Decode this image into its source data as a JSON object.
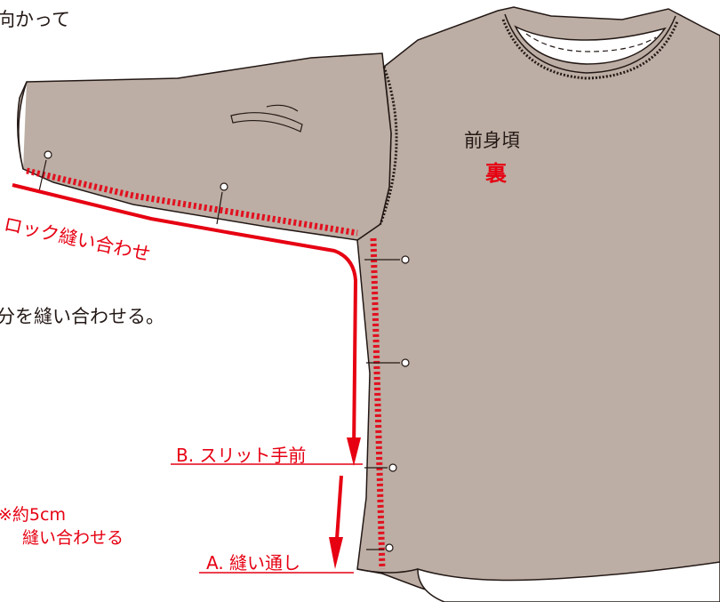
{
  "instructions": {
    "top_fragment": "向かって",
    "middle_fragment": "分を縫い合わせる。"
  },
  "garment": {
    "piece_label": "前身頃",
    "side_label": "裏"
  },
  "callouts": {
    "lock_stitch": "ロック縫い合わせ",
    "slit_point": "B. スリット手前",
    "sew_through": "A. 縫い通し",
    "approx_length": "※約5cm",
    "sew_together": "縫い合わせる"
  },
  "colors": {
    "fabric": "#bcaea4",
    "outline": "#231815",
    "accent_red": "#e60012",
    "lining_white": "#ffffff"
  }
}
